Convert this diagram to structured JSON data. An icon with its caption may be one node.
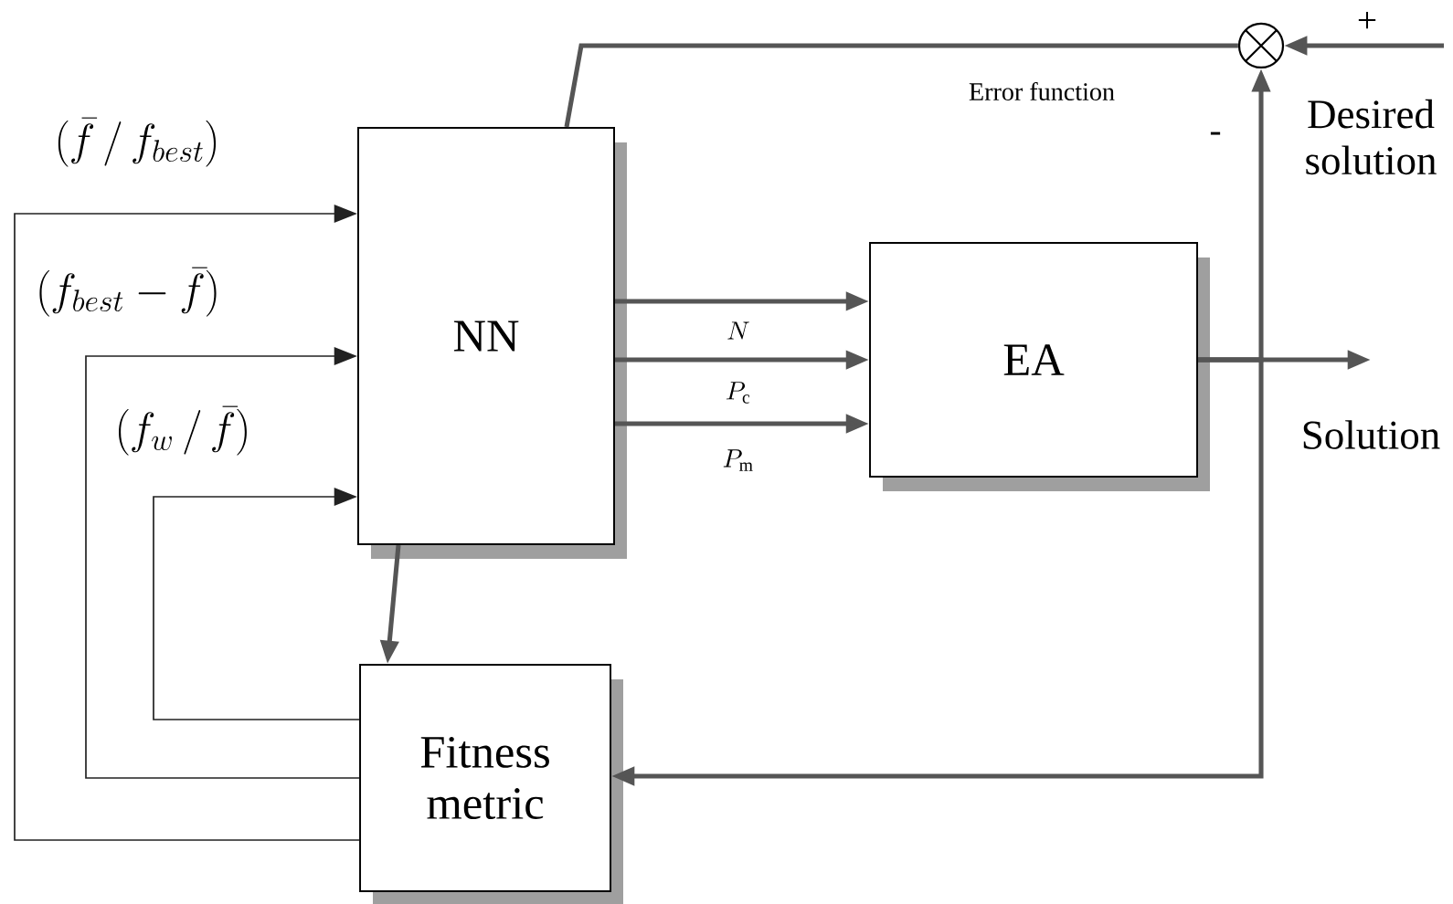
{
  "diagram": {
    "nodes": [
      {
        "text": [
          "NN"
        ]
      },
      {
        "text": [
          "EA"
        ]
      },
      {
        "text": [
          "Fitness metric"
        ]
      },
      {
        "text": [],
        "shape": "circle"
      }
    ],
    "edges": [
      {
        "from": 2,
        "to": 0,
        "arrow": "to",
        "label": "\\left(\\bar{f}\\,/\\,f_{best}\\right)",
        "color": "#222222"
      },
      {
        "from": 2,
        "to": 0,
        "arrow": "to",
        "label": "\\left(f_{best}-\\bar{f}\\right)",
        "color": "#222222"
      },
      {
        "from": 2,
        "to": 0,
        "arrow": "to",
        "label": "\\left(f_{w}\\,/\\,\\bar{f}\\right)",
        "color": "#222222"
      },
      {
        "from": 0,
        "to": 1,
        "arrow": "to",
        "label": "N"
      },
      {
        "from": 0,
        "to": 1,
        "arrow": "to",
        "label": "P_{\\mathrm{c}}"
      },
      {
        "from": 0,
        "to": 1,
        "arrow": "to",
        "label": "P_{\\mathrm{m}}"
      },
      {
        "from": 1,
        "to": null,
        "arrow": "to",
        "label": "Solution"
      },
      {
        "from": 3,
        "to": 0,
        "arrow": "none",
        "label": "Error function"
      },
      {
        "from": 1,
        "to": 3,
        "arrow": "to"
      },
      {
        "from": 1,
        "to": 2,
        "arrow": "to"
      },
      {
        "from": null,
        "to": 3,
        "arrow": "to"
      },
      {
        "from": 0,
        "to": 2,
        "arrow": "to"
      }
    ],
    "labels": [
      "+",
      "Desired solution",
      "-"
    ]
  }
}
